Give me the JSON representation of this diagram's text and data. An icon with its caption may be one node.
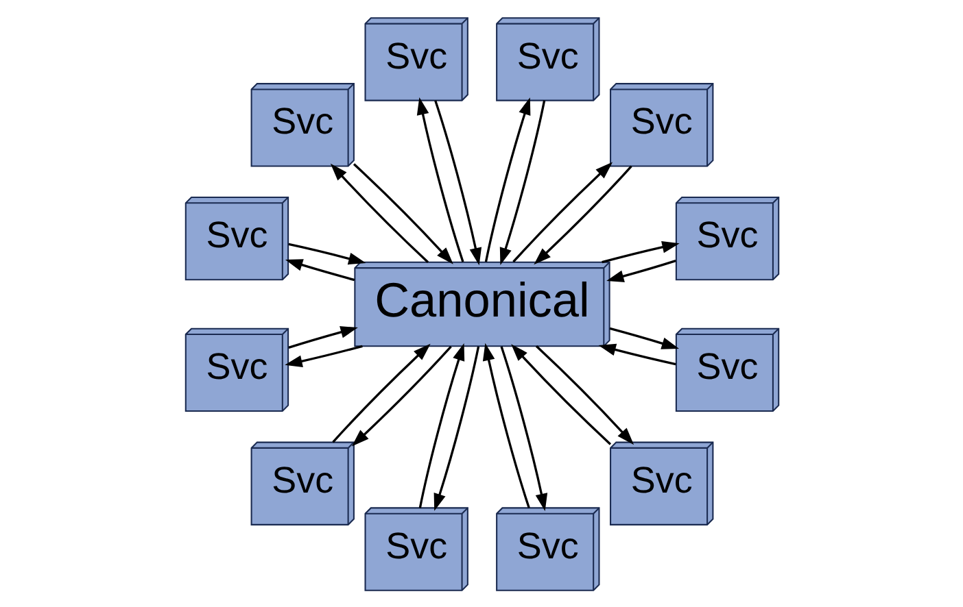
{
  "diagram": {
    "nodes": [
      {
        "text": [
          "Canonical"
        ]
      },
      {
        "text": [
          "Svc"
        ]
      },
      {
        "text": [
          "Svc"
        ]
      },
      {
        "text": [
          "Svc"
        ]
      },
      {
        "text": [
          "Svc"
        ]
      },
      {
        "text": [
          "Svc"
        ]
      },
      {
        "text": [
          "Svc"
        ]
      },
      {
        "text": [
          "Svc"
        ]
      },
      {
        "text": [
          "Svc"
        ]
      },
      {
        "text": [
          "Svc"
        ]
      },
      {
        "text": [
          "Svc"
        ]
      },
      {
        "text": [
          "Svc"
        ]
      },
      {
        "text": [
          "Svc"
        ]
      }
    ],
    "edges": [
      {
        "from": 0,
        "to": 1,
        "arrow": "to"
      },
      {
        "from": 1,
        "to": 0,
        "arrow": "to"
      },
      {
        "from": 0,
        "to": 2,
        "arrow": "to"
      },
      {
        "from": 2,
        "to": 0,
        "arrow": "to"
      },
      {
        "from": 0,
        "to": 3,
        "arrow": "to"
      },
      {
        "from": 3,
        "to": 0,
        "arrow": "to"
      },
      {
        "from": 0,
        "to": 4,
        "arrow": "to"
      },
      {
        "from": 4,
        "to": 0,
        "arrow": "to"
      },
      {
        "from": 0,
        "to": 5,
        "arrow": "to"
      },
      {
        "from": 5,
        "to": 0,
        "arrow": "to"
      },
      {
        "from": 0,
        "to": 6,
        "arrow": "to"
      },
      {
        "from": 6,
        "to": 0,
        "arrow": "to"
      },
      {
        "from": 0,
        "to": 7,
        "arrow": "to"
      },
      {
        "from": 7,
        "to": 0,
        "arrow": "to"
      },
      {
        "from": 0,
        "to": 8,
        "arrow": "to"
      },
      {
        "from": 8,
        "to": 0,
        "arrow": "to"
      },
      {
        "from": 0,
        "to": 9,
        "arrow": "to"
      },
      {
        "from": 9,
        "to": 0,
        "arrow": "to"
      },
      {
        "from": 0,
        "to": 10,
        "arrow": "to"
      },
      {
        "from": 10,
        "to": 0,
        "arrow": "to"
      },
      {
        "from": 0,
        "to": 11,
        "arrow": "to"
      },
      {
        "from": 11,
        "to": 0,
        "arrow": "to"
      },
      {
        "from": 0,
        "to": 12,
        "arrow": "to"
      },
      {
        "from": 12,
        "to": 0,
        "arrow": "to"
      }
    ]
  }
}
